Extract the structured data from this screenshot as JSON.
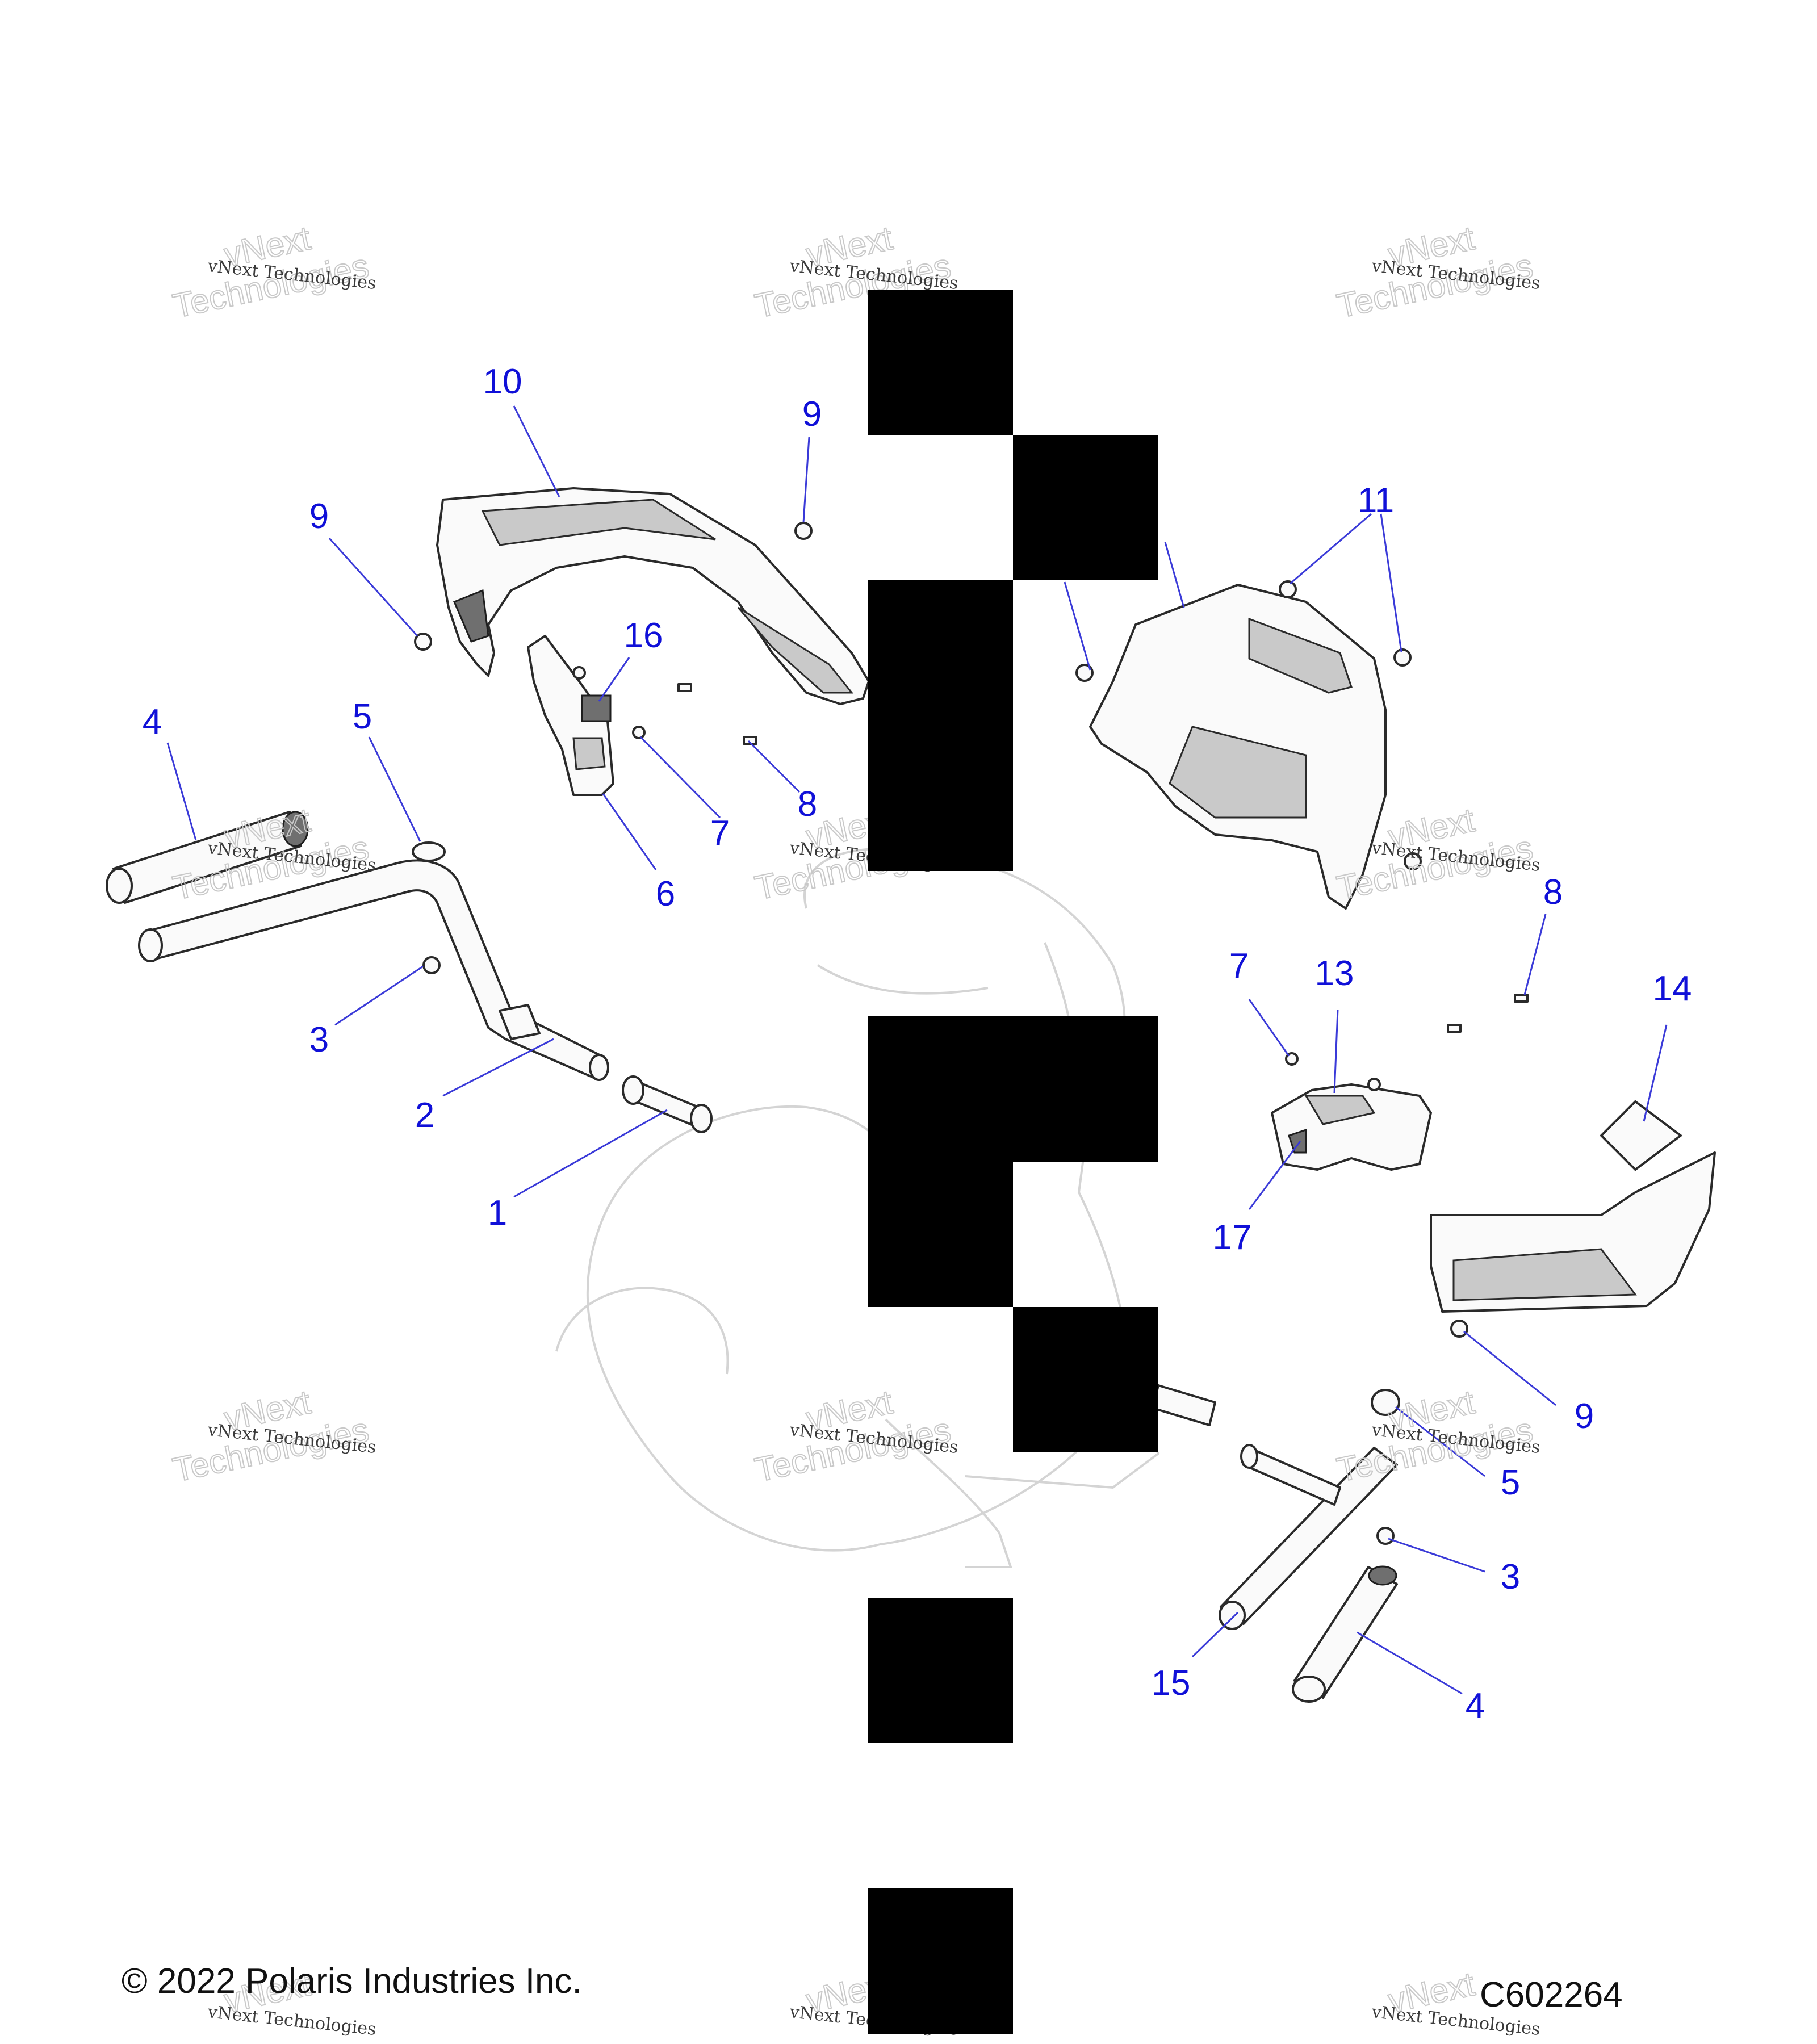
{
  "copyright": "© 2022 Polaris Industries Inc.",
  "diagram_code": "C602264",
  "watermark": {
    "small": "vNext Technologies",
    "big_top": "vNext",
    "big_bottom": "Technologies"
  },
  "callouts": {
    "c1": "1",
    "c2": "2",
    "c3a": "3",
    "c3b": "3",
    "c4a": "4",
    "c4b": "4",
    "c5a": "5",
    "c5b": "5",
    "c6": "6",
    "c7a": "7",
    "c7b": "7",
    "c8a": "8",
    "c8b": "8",
    "c9a": "9",
    "c9b": "9",
    "c9c": "9",
    "c10": "10",
    "c11": "11",
    "c13": "13",
    "c14": "14",
    "c15": "15",
    "c16": "16",
    "c17": "17"
  }
}
